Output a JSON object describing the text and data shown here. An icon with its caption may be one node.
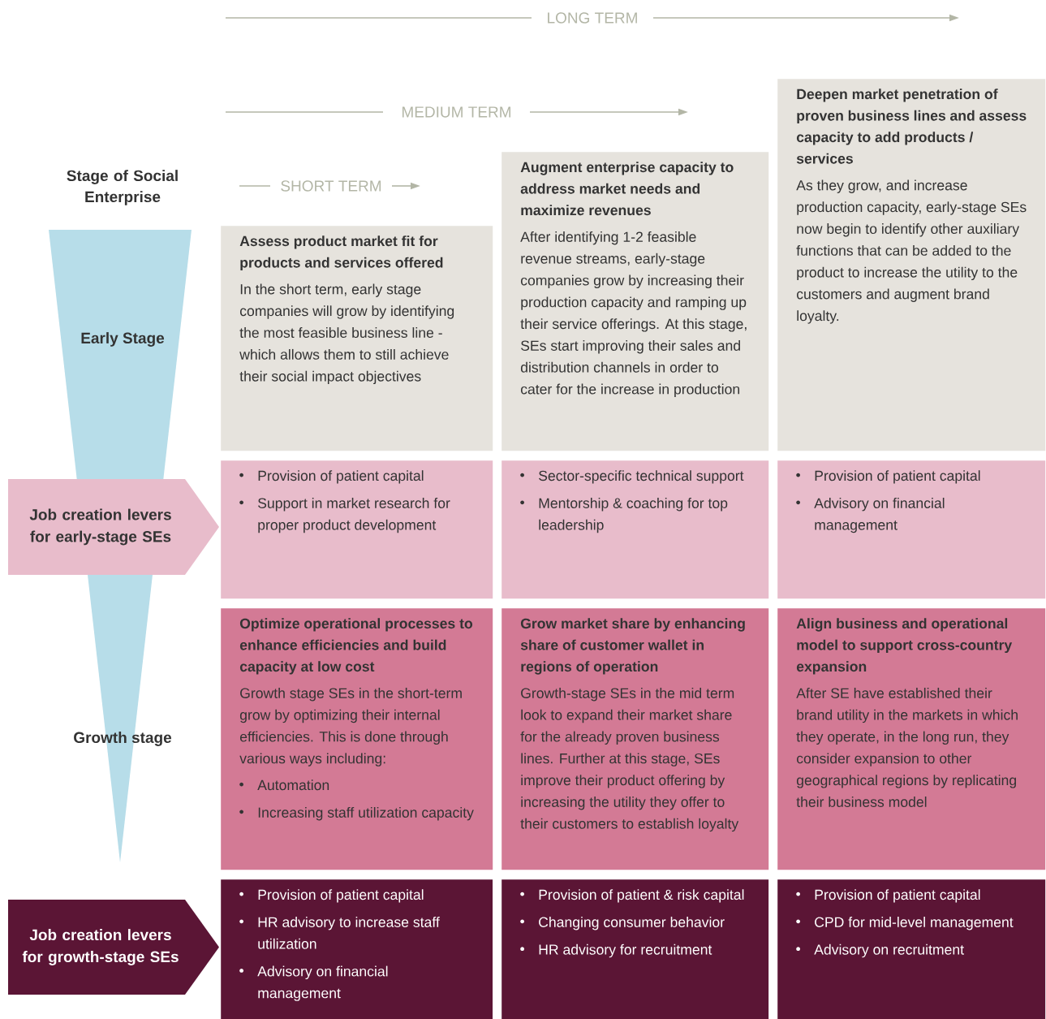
{
  "diagram": {
    "nodes": [
      {
        "text": [
          "Early Stage",
          "Growth stage"
        ]
      },
      {
        "text": [
          "Assess product market fit for products and services offered",
          "In the short term, early stage companies will grow by identifying the most feasible business line - which allows them to still achieve their social impact objectives"
        ]
      },
      {
        "text": [
          "Augment enterprise capacity to address market needs and maximize revenues",
          "After identifying 1-2 feasible revenue streams, early-stage companies grow by increasing their production capacity and ramping up their service offerings. At this stage, SEs start improving their sales and distribution channels in order to cater for the increase in production"
        ]
      },
      {
        "text": [
          "Deepen market penetration of proven business lines and assess capacity to add products / services",
          "As they grow, and increase production capacity, early-stage SEs now begin to identify other auxiliary functions that can be added to the product to increase the utility to the customers and augment brand loyalty."
        ]
      },
      {
        "text": [
          "Job creation levers for early-stage SEs"
        ]
      },
      {
        "text": [
          "Provision of patient capital",
          "Support in market research for proper product development"
        ]
      },
      {
        "text": [
          "Sector-specific technical support",
          "Mentorship & coaching for top leadership"
        ]
      },
      {
        "text": [
          "Provision of patient capital",
          "Advisory on financial management"
        ]
      },
      {
        "text": [
          "Optimize operational processes to enhance efficiencies and build capacity at low cost",
          "Growth stage SEs in the short-term grow by optimizing their internal efficiencies. This is done through various ways including:",
          "Automation",
          "Increasing staff utilization capacity"
        ]
      },
      {
        "text": [
          "Grow market share by enhancing share of customer wallet in regions of operation",
          "Growth-stage SEs in the mid term look to expand their market share for the already proven business lines. Further at this stage, SEs improve their product offering by increasing the utility they offer to their customers to establish loyalty"
        ]
      },
      {
        "text": [
          "Align business and operational model to support cross-country expansion",
          "After SE have established their brand utility in the markets in which they operate, in the long run, they consider expansion to other geographical regions by replicating their business model"
        ]
      },
      {
        "text": [
          "Job creation levers for growth-stage SEs"
        ]
      },
      {
        "text": [
          "Provision of patient capital",
          "HR advisory to increase staff utilization",
          "Advisory on financial management"
        ]
      },
      {
        "text": [
          "Provision of patient & risk capital",
          "Changing consumer behavior",
          "HR advisory for recruitment"
        ]
      },
      {
        "text": [
          "Provision of patient capital",
          "CPD for mid-level management",
          "Advisory on recruitment"
        ]
      }
    ],
    "edges": [],
    "labels": [
      "LONG TERM",
      "MEDIUM TERM",
      "SHORT TERM",
      "Stage of Social Enterprise"
    ]
  }
}
